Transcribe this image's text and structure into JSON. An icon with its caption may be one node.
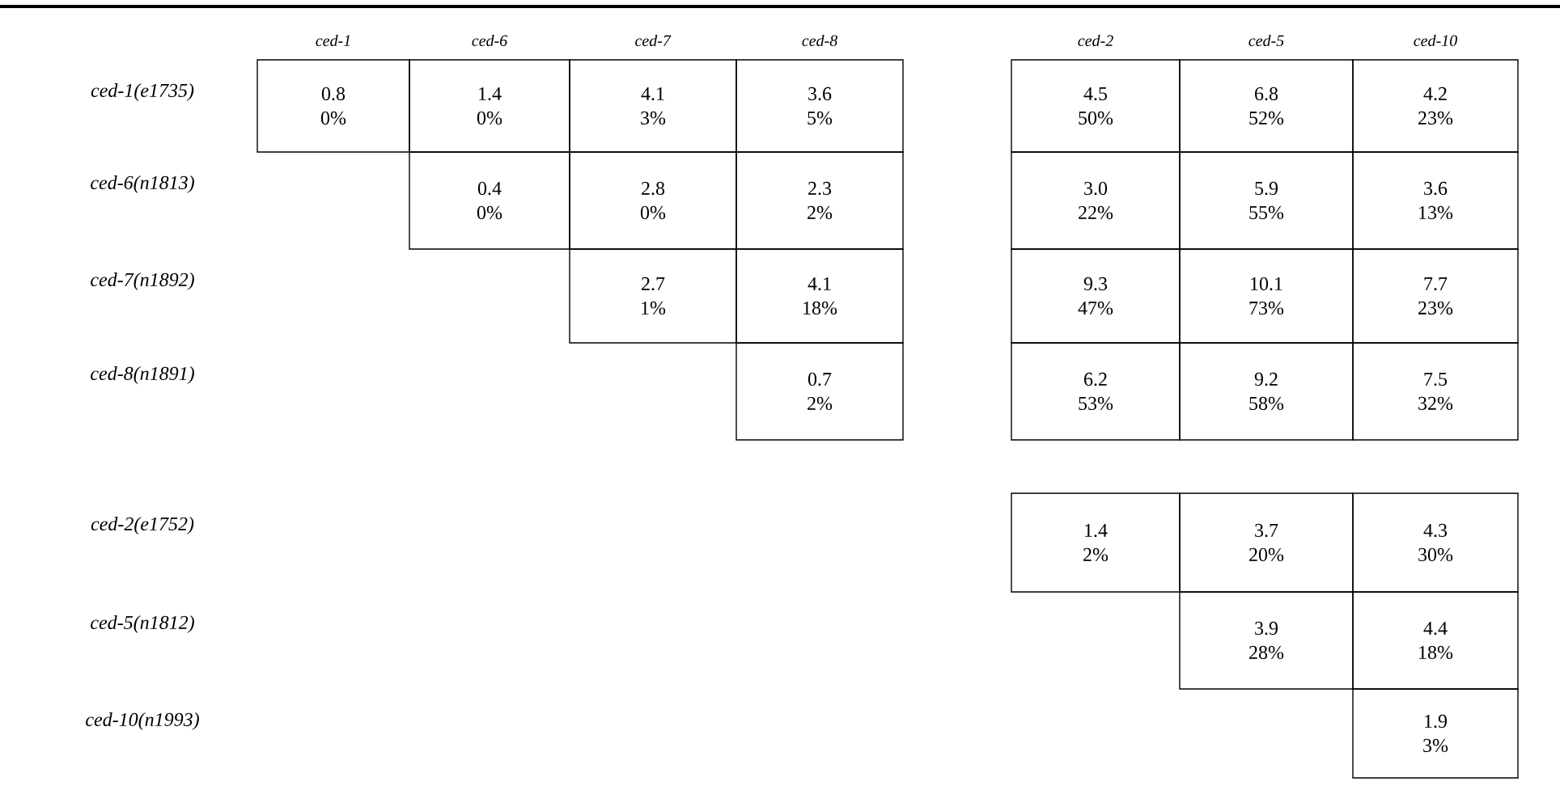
{
  "diagram": {
    "nodes": [
      {
        "text": [
          "0.8",
          "0%"
        ]
      },
      {
        "text": [
          "1.4",
          "0%"
        ]
      },
      {
        "text": [
          "4.1",
          "3%"
        ]
      },
      {
        "text": [
          "3.6",
          "5%"
        ]
      },
      {
        "text": [
          "4.5",
          "50%"
        ]
      },
      {
        "text": [
          "6.8",
          "52%"
        ]
      },
      {
        "text": [
          "4.2",
          "23%"
        ]
      },
      {
        "text": [
          "0.4",
          "0%"
        ]
      },
      {
        "text": [
          "2.8",
          "0%"
        ]
      },
      {
        "text": [
          "2.3",
          "2%"
        ]
      },
      {
        "text": [
          "3.0",
          "22%"
        ]
      },
      {
        "text": [
          "5.9",
          "55%"
        ]
      },
      {
        "text": [
          "3.6",
          "13%"
        ]
      },
      {
        "text": [
          "2.7",
          "1%"
        ]
      },
      {
        "text": [
          "4.1",
          "18%"
        ]
      },
      {
        "text": [
          "9.3",
          "47%"
        ]
      },
      {
        "text": [
          "10.1",
          "73%"
        ]
      },
      {
        "text": [
          "7.7",
          "23%"
        ]
      },
      {
        "text": [
          "0.7",
          "2%"
        ]
      },
      {
        "text": [
          "6.2",
          "53%"
        ]
      },
      {
        "text": [
          "9.2",
          "58%"
        ]
      },
      {
        "text": [
          "7.5",
          "32%"
        ]
      },
      {
        "text": [
          "1.4",
          "2%"
        ]
      },
      {
        "text": [
          "3.7",
          "20%"
        ]
      },
      {
        "text": [
          "4.3",
          "30%"
        ]
      },
      {
        "text": [
          "3.9",
          "28%"
        ]
      },
      {
        "text": [
          "4.4",
          "18%"
        ]
      },
      {
        "text": [
          "1.9",
          "3%"
        ]
      }
    ],
    "labels": [
      "*ced-1*",
      "*ced-6*",
      "*ced-7*",
      "*ced-8*",
      "*ced-2*",
      "*ced-5*",
      "*ced-10*",
      "*ced-1(e1735)*",
      "*ced-6(n1813)*",
      "*ced-7(n1892)*",
      "*ced-8(n1891)*",
      "*ced-2(e1752)*",
      "*ced-5(n1812)*",
      "*ced-10(n1993)*"
    ]
  }
}
